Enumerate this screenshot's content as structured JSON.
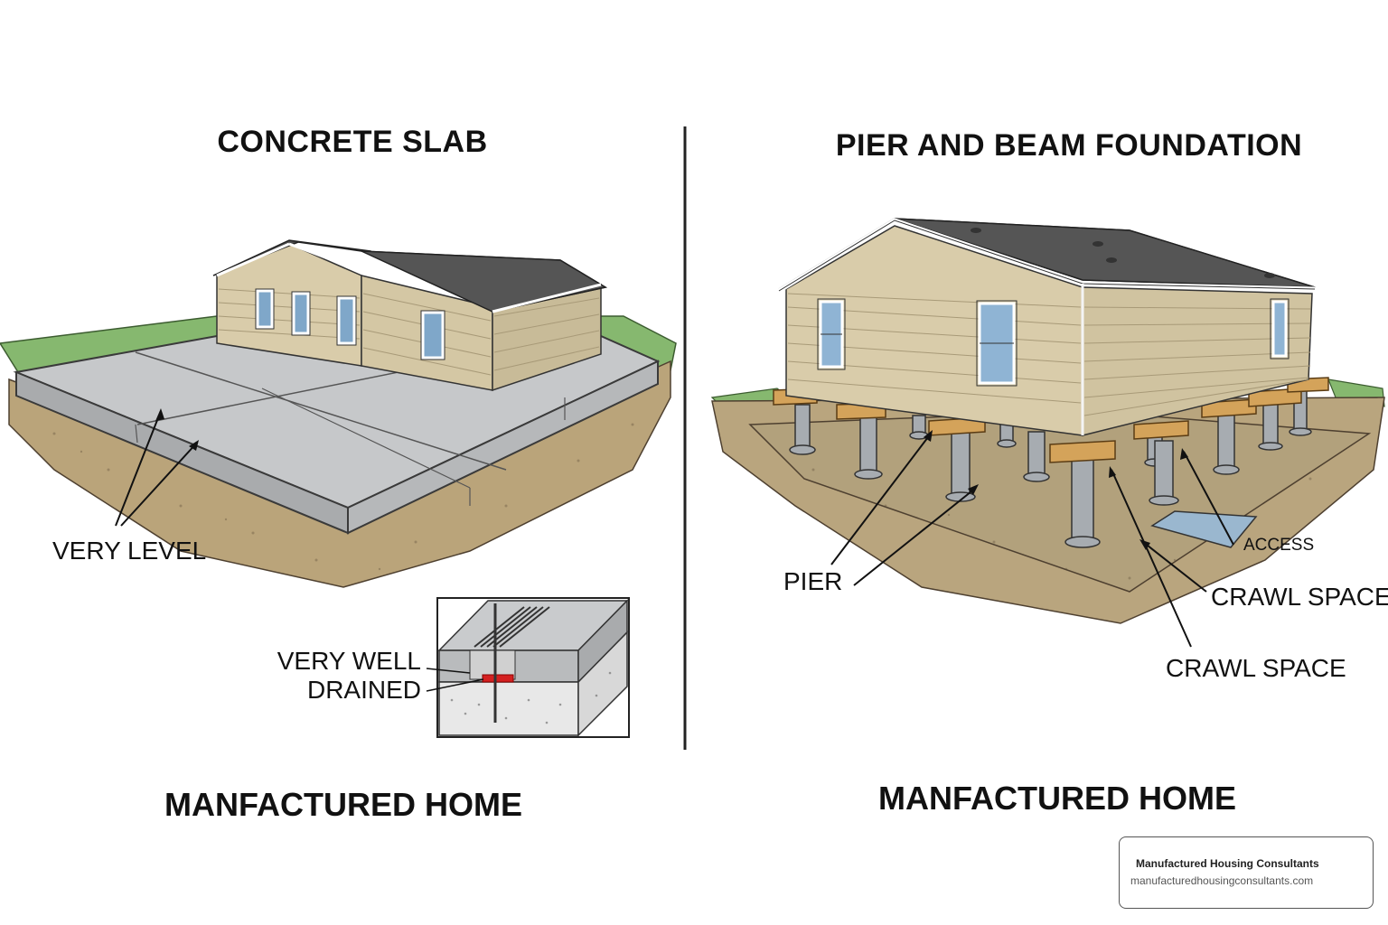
{
  "left_panel": {
    "title": "CONCRETE SLAB",
    "label_level": "VERY LEVEL",
    "label_drained_line1": "VERY WELL",
    "label_drained_line2": "DRAINED",
    "footer": "MANFACTURED HOME"
  },
  "right_panel": {
    "title": "PIER AND BEAM FOUNDATION",
    "label_pier": "PIER",
    "label_access": "ACCESS",
    "label_crawl_space_1": "CRAWL SPACE",
    "label_crawl_space_2": "CRAWL SPACE",
    "footer": "MANFACTURED HOME"
  },
  "credit": {
    "name": "Manufactured Housing Consultants",
    "url": "manufacturedhousingconsultants.com"
  },
  "colors": {
    "siding": "#d9ccaa",
    "roof": "#4a4a4a",
    "concrete": "#c4c6c8",
    "soil": "#b9a57e",
    "grass": "#7fb26a",
    "beam": "#d4a35a",
    "pier": "#9ea3a8",
    "drain_accent": "#d42020"
  }
}
